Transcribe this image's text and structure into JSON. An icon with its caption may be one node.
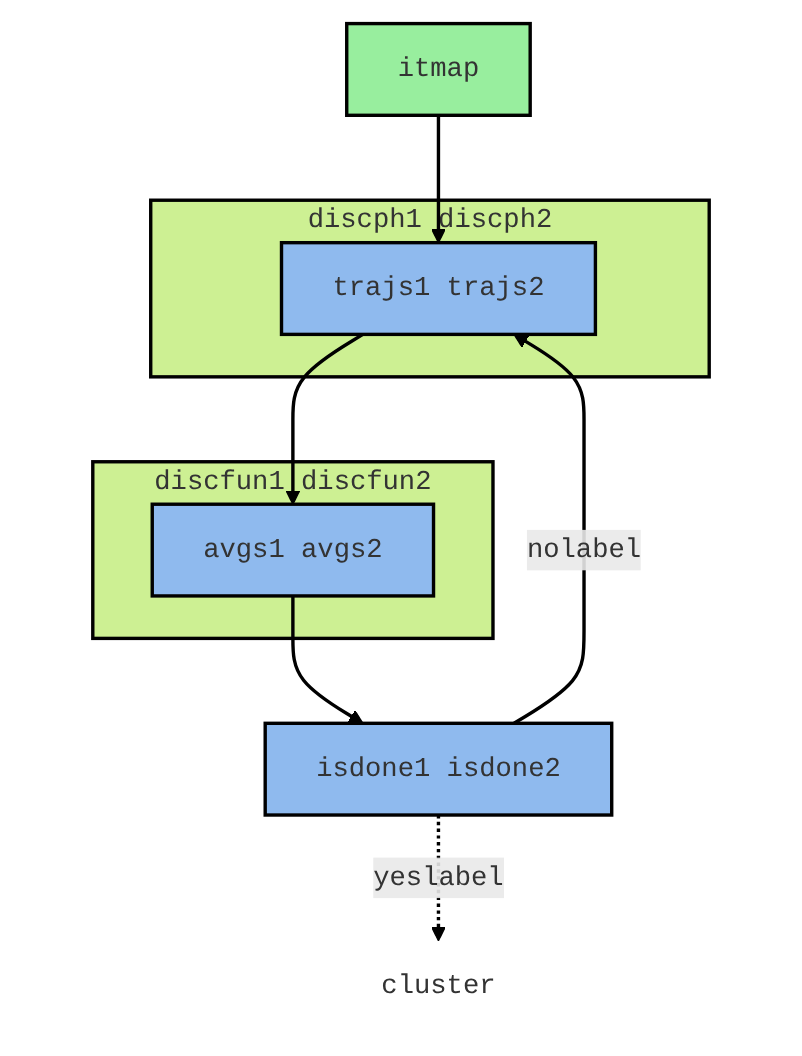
{
  "diagram": {
    "nodes": [
      {
        "text": [
          "itmap"
        ]
      },
      {
        "text": [
          "discph1 discph2"
        ]
      },
      {
        "text": [
          "trajs1 trajs2"
        ],
        "in": 1
      },
      {
        "text": [
          "discfun1 discfun2"
        ]
      },
      {
        "text": [
          "avgs1 avgs2"
        ],
        "in": 3
      },
      {
        "text": [
          "isdone1 isdone2"
        ]
      },
      {
        "text": [
          "cluster"
        ]
      }
    ],
    "edges": [
      {
        "from": 0,
        "to": 2,
        "arrow": "to"
      },
      {
        "from": 2,
        "to": 4,
        "arrow": "to"
      },
      {
        "from": 4,
        "to": 5,
        "arrow": "to"
      },
      {
        "from": 5,
        "to": 2,
        "arrow": "to",
        "label": "nolabel"
      },
      {
        "from": 5,
        "to": 6,
        "arrow": "to",
        "label": "yeslabel",
        "style": "dashed"
      }
    ]
  }
}
